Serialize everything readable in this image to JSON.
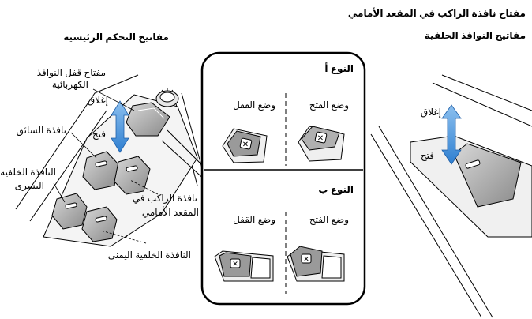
{
  "headings": {
    "passenger_switch": "مفتاح نافذة الراكب في المقعد الأمامي",
    "rear_switches": "مفاتيح النوافذ الخلفية",
    "main_controls": "مفاتيح التحكم الرئيسية"
  },
  "left_labels": {
    "lock_switch_line1": "مفتاح قفل النوافذ",
    "lock_switch_line2": "الكهربائية",
    "close": "إغلاق",
    "open": "فتح",
    "driver_window": "نافذة السائق",
    "rear_left_line1": "النافذة الخلفية",
    "rear_left_line2": "اليسرى",
    "front_passenger_line1": "نافذة الراكب في",
    "front_passenger_line2": "المقعد الأمامي",
    "rear_right": "النافذة الخلفية اليمنى"
  },
  "center_panel": {
    "type_a": {
      "title": "النوع أ",
      "lock_mode": "وضع القفل",
      "open_mode": "وضع الفتح"
    },
    "type_b": {
      "title": "النوع ب",
      "lock_mode": "وضع القفل",
      "open_mode": "وضع الفتح"
    }
  },
  "right_labels": {
    "close": "إغلاق",
    "open": "فتح"
  },
  "colors": {
    "arrow_blue": "#4a90d9",
    "switch_gray": "#9a9a9a",
    "outline": "#000000"
  }
}
